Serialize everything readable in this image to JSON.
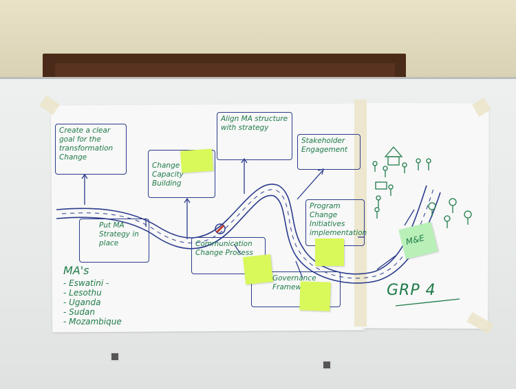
{
  "boxes": {
    "goal": "Create a clear goal for the transformation Change",
    "align": "Align MA structure with strategy",
    "capacity": "Change Capacity Building",
    "stakeholder": "Stakeholder Engagement",
    "program": "Program Change Initiatives implementation",
    "put_ma": "Put MA Strategy in place",
    "comm": "Communication Change Process",
    "gov": "Governance Framework"
  },
  "ma": {
    "title": "MA's",
    "items": [
      "- Eswatini -",
      "- Lesothu",
      "- Uganda",
      "- Sudan",
      "- Mozambique"
    ]
  },
  "grp_label": "GRP 4",
  "me_label": "M&E",
  "colors": {
    "marker_green": "#1f7a4a",
    "marker_blue": "#2a3a8c",
    "sticky_yellow": "#d9f95a",
    "sticky_green": "#b9f0b8"
  }
}
